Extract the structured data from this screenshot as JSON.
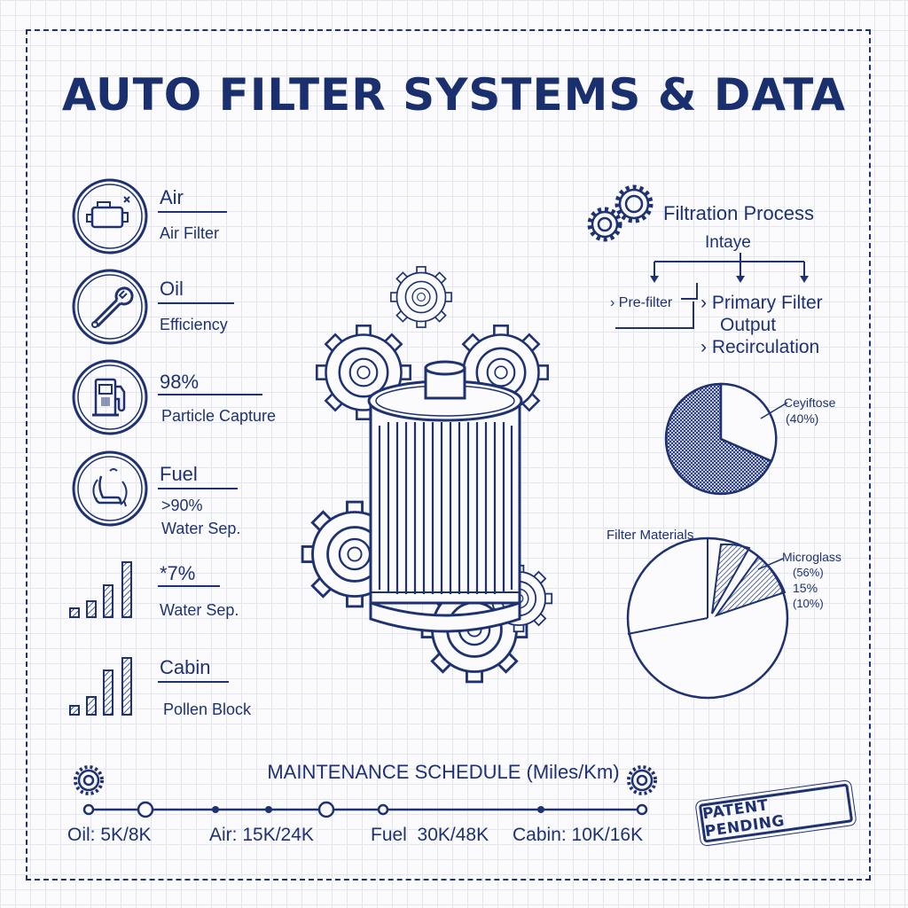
{
  "title": "AUTO FILTER SYSTEMS & DATA",
  "left_items": [
    {
      "main": "Air",
      "sub": "Air Filter",
      "icon": "engine-icon"
    },
    {
      "main": "Oil",
      "sub": "Efficiency",
      "icon": "wrench-icon"
    },
    {
      "main": "98%",
      "sub": "Particle Capture",
      "icon": "fuel-pump-icon"
    },
    {
      "main": "Fuel",
      "sub": ">90%",
      "sub2": "Water Sep.",
      "icon": "seat-icon"
    },
    {
      "main": "*7%",
      "sub": "Water Sep.",
      "icon": "bar-chart-icon"
    },
    {
      "main": "Cabin",
      "sub": "Pollen Block",
      "icon": "bar-chart-icon"
    }
  ],
  "process": {
    "title": "Filtration Process",
    "intake": "Intaye",
    "prefilter": "Pre-filter",
    "primary": "Primary Filter",
    "output": "Output",
    "recirculation": "Recirculation"
  },
  "pie1": {
    "label": "Ceyiftose",
    "pct": "(40%)"
  },
  "pie2": {
    "title": "Filter Materials",
    "label": "Microglass",
    "p1": "(56%)",
    "p2": "15%",
    "p3": "(10%)"
  },
  "schedule": {
    "title": "MAINTENANCE SCHEDULE (Miles/Km)",
    "items": [
      "Oil: 5K/8K",
      "Air: 15K/24K",
      "Fuel  30K/48K",
      "Cabin: 10K/16K"
    ]
  },
  "stamp": "PATENT PENDING",
  "colors": {
    "ink": "#1e3272",
    "paper": "#fbfbfd",
    "grid": "#e3e6ee"
  }
}
